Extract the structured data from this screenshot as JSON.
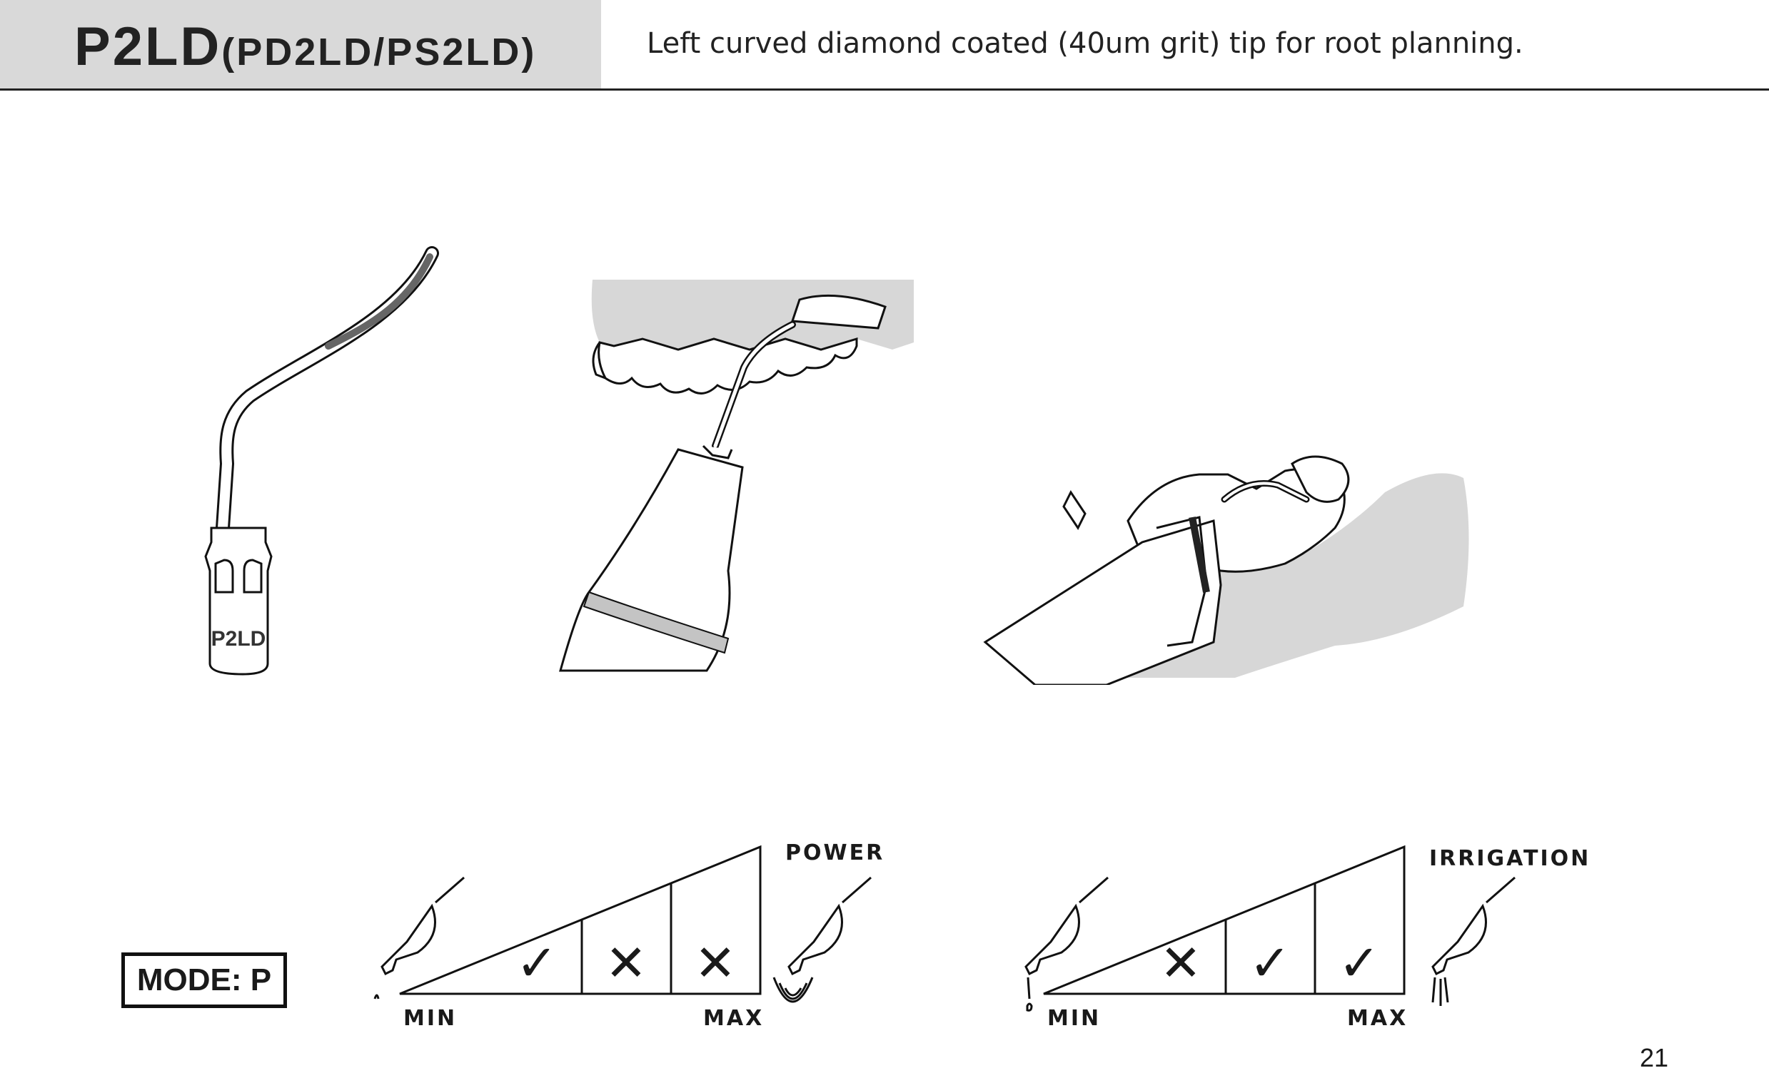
{
  "header": {
    "model": "P2LD",
    "alt_models": "(PD2LD/PS2LD)",
    "description": "Left curved diamond coated (40um grit) tip for root planning."
  },
  "tip": {
    "engraving": "P2LD"
  },
  "mode": {
    "label": "MODE: P"
  },
  "power_gauge": {
    "title": "POWER",
    "min_label": "MIN",
    "max_label": "MAX",
    "settings": [
      "✓",
      "✕",
      "✕"
    ]
  },
  "irrigation_gauge": {
    "title": "IRRIGATION",
    "min_label": "MIN",
    "max_label": "MAX",
    "settings": [
      "✕",
      "✓",
      "✓"
    ]
  },
  "page_number": "21"
}
